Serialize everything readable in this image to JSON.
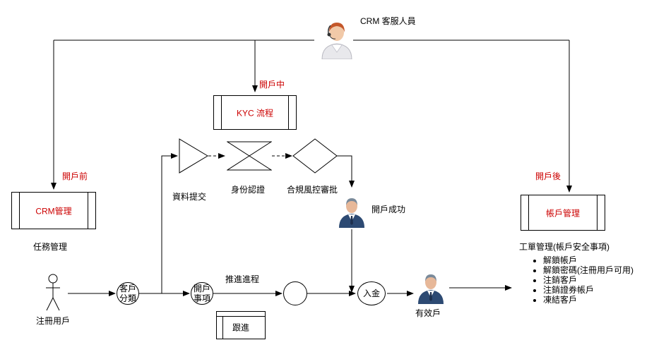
{
  "crm_staff": "CRM 客服人員",
  "phase_labels": {
    "before": "開戶前",
    "during": "開戶中",
    "after": "開戶後"
  },
  "boxes": {
    "kyc": "KYC 流程",
    "crm": "CRM管理",
    "account": "帳戶管理",
    "follow": "跟進"
  },
  "steps": {
    "submit": "資料提交",
    "identity": "身份認證",
    "compliance": "合規風控審批",
    "success": "開戶成功"
  },
  "nodes": {
    "classify": "客戶\n分類",
    "items": "開戶\n事項",
    "deposit": "入金"
  },
  "labels": {
    "task_mgmt": "任務管理",
    "register_user": "注冊用戶",
    "progress": "推進進程",
    "valid_account": "有效戶"
  },
  "work_order": {
    "title": "工單管理(帳戶安全事項)",
    "items": [
      "解鎖帳戶",
      "解鎖密碼(注冊用戶可用)",
      "注銷客戶",
      "注銷證券帳戶",
      "凍結客戶"
    ]
  },
  "icons": [
    "female-support-agent-icon",
    "businessman-icon",
    "stick-figure-icon",
    "triangle-process-icon",
    "hourglass-shape-icon",
    "diamond-decision-icon"
  ]
}
